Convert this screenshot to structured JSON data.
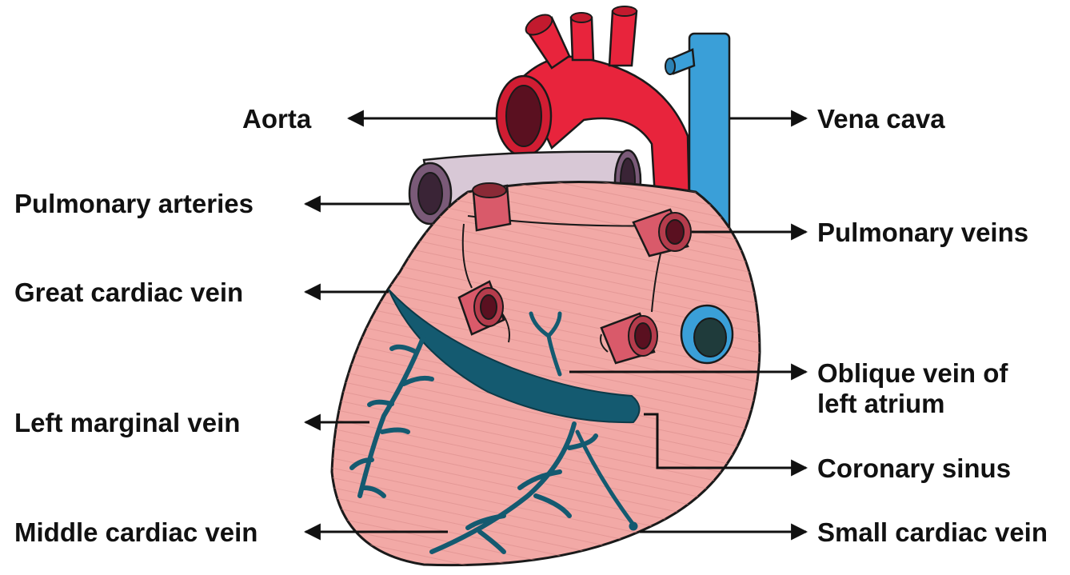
{
  "labels": {
    "aorta": "Aorta",
    "vena_cava": "Vena cava",
    "pulmonary_arteries": "Pulmonary arteries",
    "pulmonary_veins": "Pulmonary veins",
    "great_cardiac_vein": "Great cardiac vein",
    "oblique_vein": "Oblique vein of\nleft atrium",
    "left_marginal_vein": "Left marginal vein",
    "coronary_sinus": "Coronary sinus",
    "middle_cardiac_vein": "Middle cardiac vein",
    "small_cardiac_vein": "Small cardiac vein"
  },
  "colors": {
    "heart": "#f2a9a6",
    "heart_shade": "#e48f8c",
    "aorta": "#e8243c",
    "vena_cava": "#3a9fd8",
    "pulmonary_artery": "#d8c8d6",
    "pulmonary_vein": "#d95a6a",
    "cardiac_vein": "#145a70",
    "outline": "#1a1a1a"
  }
}
